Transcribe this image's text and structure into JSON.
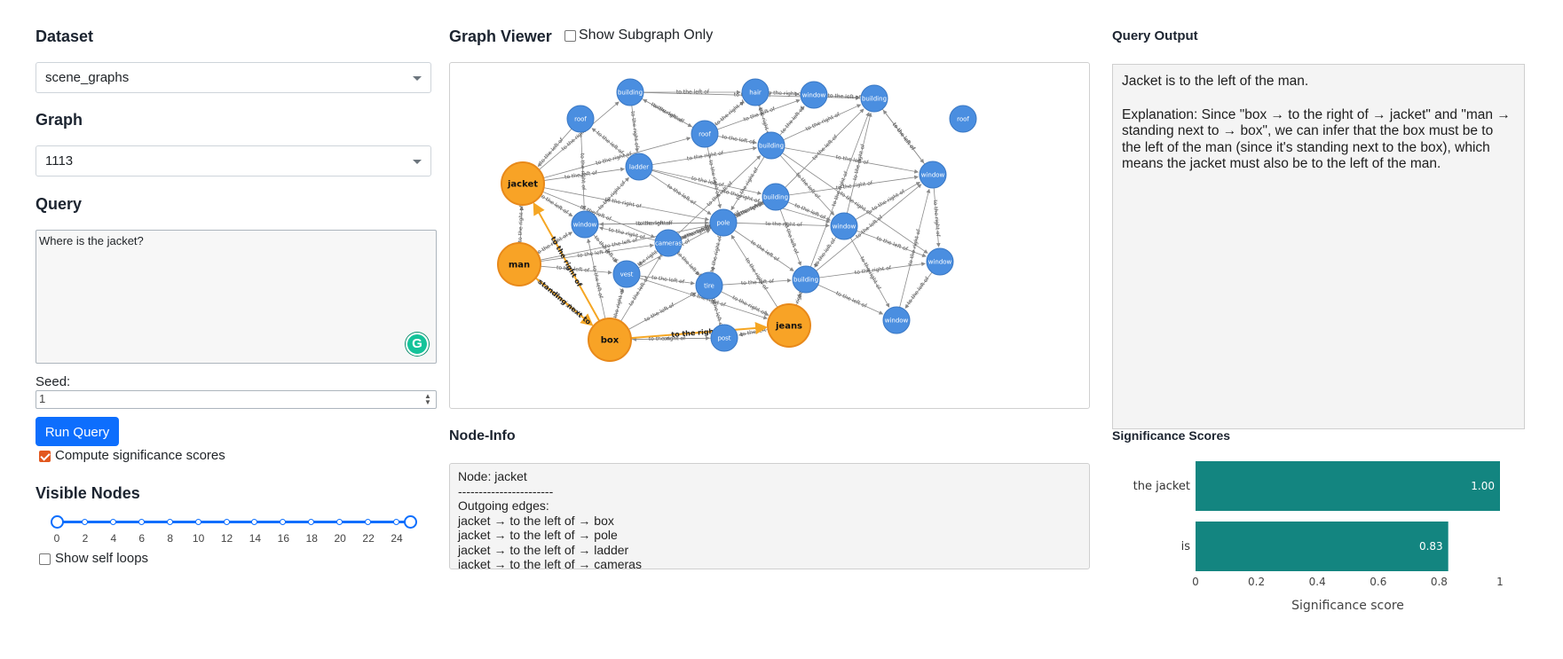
{
  "left": {
    "dataset_heading": "Dataset",
    "dataset_value": "scene_graphs",
    "graph_heading": "Graph",
    "graph_value": "1113",
    "query_heading": "Query",
    "query_value": "Where is the jacket?",
    "seed_label": "Seed:",
    "seed_value": "1",
    "run_button": "Run Query",
    "compute_label": "Compute significance scores",
    "compute_checked": true,
    "visible_nodes_heading": "Visible Nodes",
    "slider_range": [
      0,
      25
    ],
    "slider_ticks": [
      "0",
      "2",
      "4",
      "6",
      "8",
      "10",
      "12",
      "14",
      "16",
      "18",
      "20",
      "22",
      "24"
    ],
    "self_loops_label": "Show self loops",
    "self_loops_checked": false
  },
  "graph_viewer": {
    "heading": "Graph Viewer",
    "subgraph_label": "Show Subgraph Only",
    "subgraph_checked": false,
    "colors": {
      "blue_node": "#4a8ee0",
      "orange_node": "#f8a326",
      "orange_edge": "#f5a623",
      "grey_edge": "#8a8a8a"
    },
    "nodes": {
      "roof_a": "roof",
      "building_a": "building",
      "hair": "hair",
      "window_a": "window",
      "building_b": "building",
      "roof_b": "roof",
      "roof_c": "roof",
      "ladder": "ladder",
      "building_c": "building",
      "window_b": "window",
      "jacket": "jacket",
      "building_d": "building",
      "window_c": "window",
      "pole": "pole",
      "window_d": "window",
      "cameras": "cameras",
      "man": "man",
      "vest": "vest",
      "window_e": "window",
      "building_e": "building",
      "tire": "tire",
      "window_f": "window",
      "jeans": "jeans",
      "post": "post",
      "box": "box"
    },
    "edge_labels": {
      "left_of": "to the left of",
      "right_of": "to the right of",
      "standing_next_to": "standing next to",
      "on": "on"
    }
  },
  "node_info": {
    "heading": "Node-Info",
    "lines": [
      "Node: jacket",
      "-----------------------",
      "Outgoing edges:",
      "jacket → to the left of → box",
      "jacket → to the left of → pole",
      "jacket → to the left of → ladder",
      "jacket → to the left of → cameras"
    ]
  },
  "query_output": {
    "heading": "Query Output",
    "answer": "Jacket is to the left of the man.",
    "explanation": "Explanation: Since \"box → to the right of → jacket\" and \"man → standing next to → box\", we can infer that the box must be to the left of the man (since it's standing next to the box), which means the jacket must also be to the left of the man."
  },
  "significance": {
    "heading": "Significance Scores",
    "bar_color": "#138580"
  },
  "chart_data": {
    "type": "bar",
    "orientation": "horizontal",
    "categories": [
      "the jacket",
      "is"
    ],
    "values": [
      1.0,
      0.83
    ],
    "value_labels": [
      "1.00",
      "0.83"
    ],
    "xlabel": "Significance score",
    "ylabel": "",
    "xlim": [
      0,
      1
    ],
    "xticks": [
      "0",
      "0.2",
      "0.4",
      "0.6",
      "0.8",
      "1"
    ]
  }
}
